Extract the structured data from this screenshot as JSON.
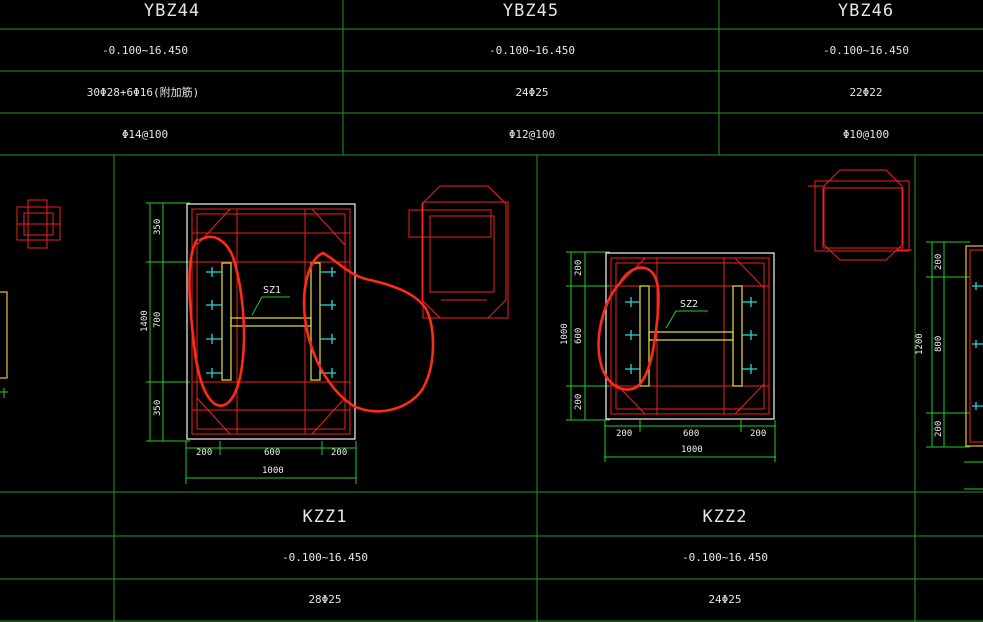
{
  "top_table": {
    "columns": [
      {
        "name": "YBZ44",
        "elevation": "-0.100~16.450",
        "longitudinal": "30Φ28+6Φ16(附加筋)",
        "stirrup": "Φ14@100"
      },
      {
        "name": "YBZ45",
        "elevation": "-0.100~16.450",
        "longitudinal": "24Φ25",
        "stirrup": "Φ12@100"
      },
      {
        "name": "YBZ46",
        "elevation": "-0.100~16.450",
        "longitudinal": "22Φ22",
        "stirrup": "Φ10@100"
      }
    ]
  },
  "section_kzz1": {
    "steel_label": "SZ1",
    "dims_vertical": [
      "350",
      "700",
      "350"
    ],
    "dim_total_vertical": "1400",
    "dims_horizontal": [
      "200",
      "600",
      "200"
    ],
    "dim_total_horizontal": "1000"
  },
  "section_kzz2": {
    "steel_label": "SZ2",
    "dims_vertical": [
      "200",
      "600",
      "200"
    ],
    "dim_total_vertical": "1000",
    "dims_horizontal": [
      "200",
      "600",
      "200"
    ],
    "dim_total_horizontal": "1000"
  },
  "section_right": {
    "dims_vertical": [
      "200",
      "800",
      "200"
    ],
    "dim_total_vertical": "1200"
  },
  "bottom_table": {
    "columns": [
      {
        "name": "KZZ1",
        "elevation": "-0.100~16.450",
        "longitudinal": "28Φ25"
      },
      {
        "name": "KZZ2",
        "elevation": "-0.100~16.450",
        "longitudinal": "24Φ25"
      }
    ]
  },
  "colors": {
    "background": "#000000",
    "grid": "#2e8f2e",
    "dimension": "#22cc22",
    "rebar": "#e22222",
    "outline": "#f4f4f4",
    "steel": "#e8e040",
    "stud": "#2ad6d6",
    "markup": "#ff2a1a"
  }
}
